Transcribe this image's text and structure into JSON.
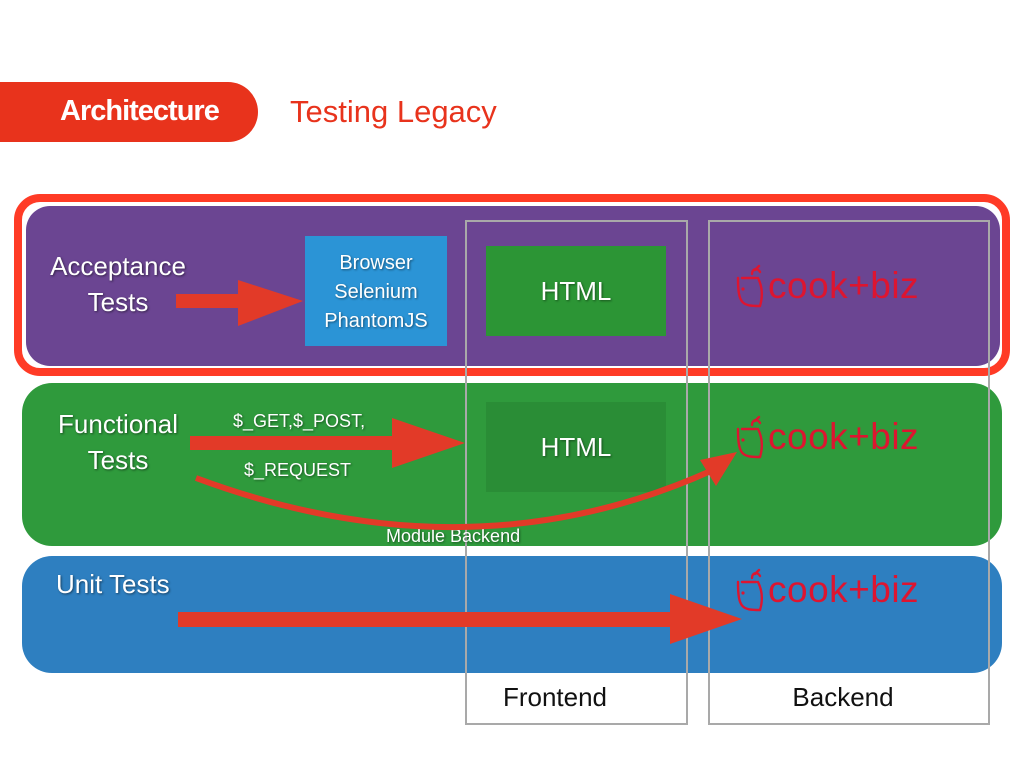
{
  "header": {
    "section_tag": "Architecture",
    "subtitle": "Testing Legacy"
  },
  "rows": {
    "acceptance": {
      "label_line1": "Acceptance",
      "label_line2": "Tests",
      "browser_box": {
        "line1": "Browser",
        "line2": "Selenium",
        "line3": "PhantomJS"
      },
      "html_box": "HTML"
    },
    "functional": {
      "label_line1": "Functional",
      "label_line2": "Tests",
      "request_line1": "$_GET,$_POST,",
      "request_line2": "$_REQUEST",
      "html_box": "HTML",
      "curve_label": "Module Backend"
    },
    "unit": {
      "label": "Unit Tests"
    }
  },
  "columns": {
    "frontend": "Frontend",
    "backend": "Backend"
  },
  "logo": {
    "text": "cook+biz",
    "icon": "chef-face-icon"
  },
  "colors": {
    "accent_red": "#e8331c",
    "acceptance_band": "#6b4592",
    "functional_band": "#2f9a3c",
    "unit_band": "#2e7fc0",
    "browser_box": "#2b94d6",
    "logo_red": "#dd1530"
  }
}
